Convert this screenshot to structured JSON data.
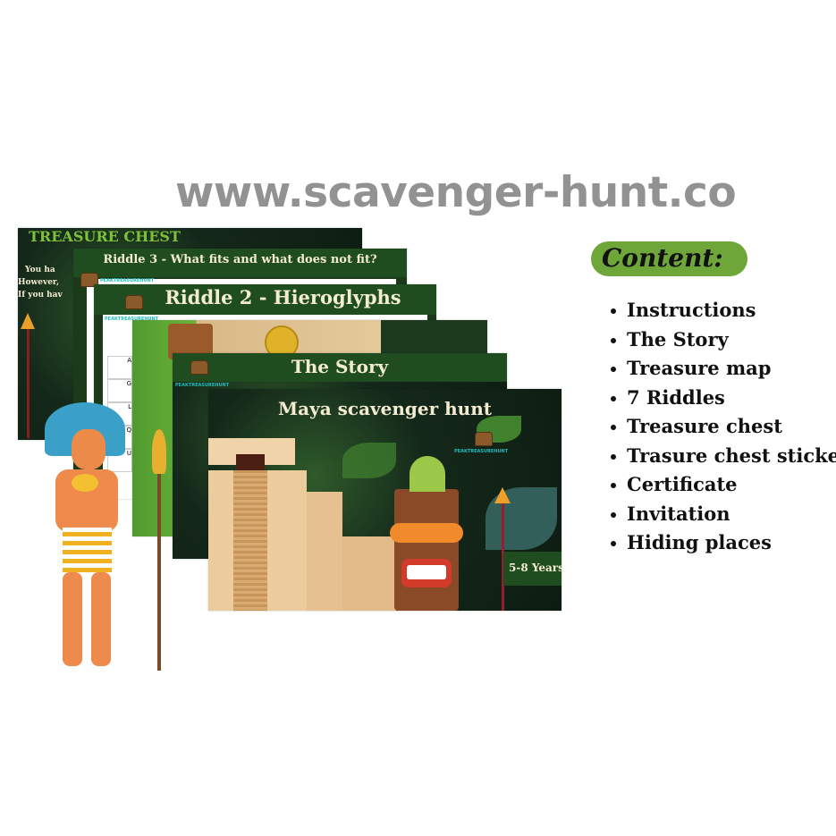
{
  "slides": {
    "treasure_chest": {
      "title": "TREASURE CHEST",
      "lines": [
        "You ha",
        "However,",
        "If you hav"
      ]
    },
    "riddle3": {
      "title": "Riddle 3 - What fits and what does not fit?"
    },
    "riddle2": {
      "title": "Riddle 2 - Hieroglyphs",
      "glyph_letters": [
        "A",
        "G",
        "L",
        "Q",
        "U"
      ]
    },
    "story": {
      "title": "The Story"
    },
    "cover": {
      "title": "Maya scavenger hunt",
      "age_badge": "5-8 Years"
    },
    "brand": "PEAKTREASUREHUNT"
  },
  "watermark": "www.scavenger-hunt.co",
  "content": {
    "heading": "Content:",
    "items": [
      "Instructions",
      "The Story",
      "Treasure map",
      "7 Riddles",
      "Treasure chest",
      "Trasure chest sticker",
      "Certificate",
      "Invitation",
      "Hiding places"
    ]
  },
  "colors": {
    "pill": "#6ea63a",
    "header_green": "#1f4d1f",
    "watermark": "#7a7a7a"
  }
}
